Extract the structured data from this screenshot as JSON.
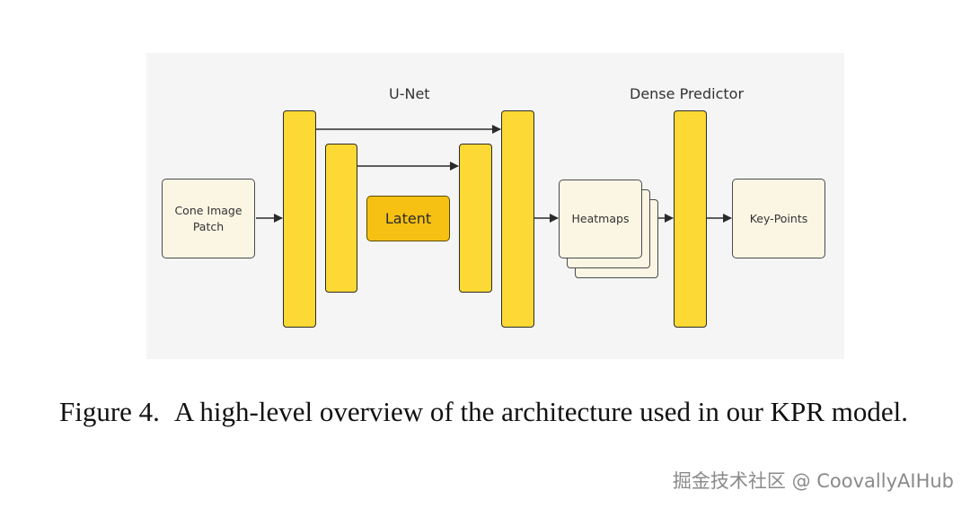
{
  "diagram": {
    "unet_label": "U-Net",
    "dense_predictor_label": "Dense Predictor",
    "input_label_line1": "Cone Image",
    "input_label_line2": "Patch",
    "latent_label": "Latent",
    "heatmaps_label": "Heatmaps",
    "keypoints_label": "Key-Points",
    "colors": {
      "bar_fill": "#fcd934",
      "latent_fill": "#f6c112",
      "box_fill": "#fbf6e4",
      "panel_bg": "#f5f5f5",
      "stroke": "#2b2b2b"
    }
  },
  "caption": {
    "figure_number": "Figure 4.",
    "text": "A high-level overview of the architecture used in our KPR model."
  },
  "watermark": {
    "text": "掘金技术社区 @ CoovallyAIHub"
  }
}
